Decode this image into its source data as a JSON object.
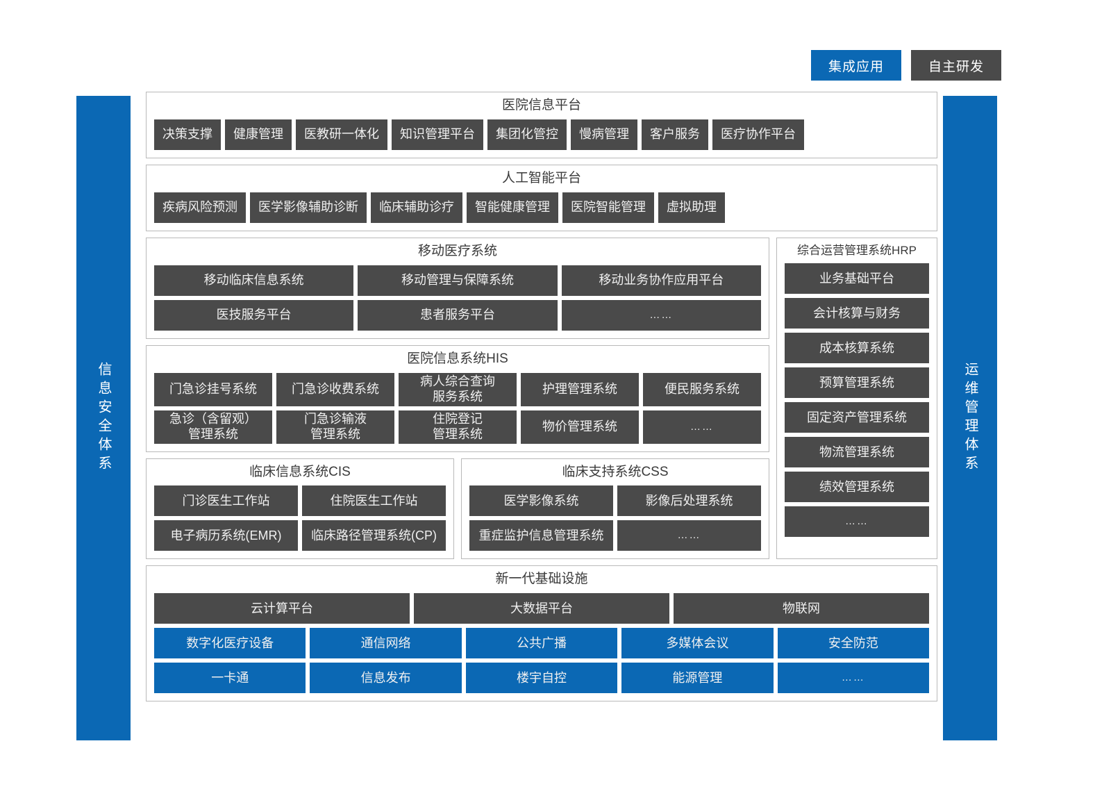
{
  "legend": [
    {
      "label": "集成应用",
      "color": "#0b68b4",
      "style": "blue"
    },
    {
      "label": "自主研发",
      "color": "#4a4a4a",
      "style": "gray"
    }
  ],
  "sidebars": {
    "left": {
      "label": "信息安全体系",
      "color": "#0b68b4"
    },
    "right": {
      "label": "运维管理体系",
      "color": "#0b68b4"
    }
  },
  "colors": {
    "integrated": "#0b68b4",
    "self_developed": "#4a4a4a",
    "border": "#b9b9b9"
  },
  "sections": {
    "hospital_info_platform": {
      "title": "医院信息平台",
      "items": [
        "决策支撑",
        "健康管理",
        "医教研一体化",
        "知识管理平台",
        "集团化管控",
        "慢病管理",
        "客户服务",
        "医疗协作平台"
      ]
    },
    "ai_platform": {
      "title": "人工智能平台",
      "items": [
        "疾病风险预测",
        "医学影像辅助诊断",
        "临床辅助诊疗",
        "智能健康管理",
        "医院智能管理",
        "虚拟助理"
      ]
    },
    "mobile_medical": {
      "title": "移动医疗系统",
      "rows": [
        [
          "移动临床信息系统",
          "移动管理与保障系统",
          "移动业务协作应用平台"
        ],
        [
          "医技服务平台",
          "患者服务平台",
          "……"
        ]
      ]
    },
    "his": {
      "title": "医院信息系统HIS",
      "row1": [
        {
          "l1": "门急诊挂号系统",
          "l2": ""
        },
        {
          "l1": "门急诊收费系统",
          "l2": ""
        },
        {
          "l1": "病人综合查询",
          "l2": "服务系统"
        },
        {
          "l1": "护理管理系统",
          "l2": ""
        },
        {
          "l1": "便民服务系统",
          "l2": ""
        }
      ],
      "row2": [
        {
          "l1": "急诊（含留观）",
          "l2": "管理系统"
        },
        {
          "l1": "门急诊输液",
          "l2": "管理系统"
        },
        {
          "l1": "住院登记",
          "l2": "管理系统"
        },
        {
          "l1": "物价管理系统",
          "l2": ""
        },
        {
          "l1": "……",
          "l2": ""
        }
      ]
    },
    "cis": {
      "title": "临床信息系统CIS",
      "rows": [
        [
          "门诊医生工作站",
          "住院医生工作站"
        ],
        [
          "电子病历系统(EMR)",
          "临床路径管理系统(CP)"
        ]
      ]
    },
    "css": {
      "title": "临床支持系统CSS",
      "rows": [
        [
          "医学影像系统",
          "影像后处理系统"
        ],
        [
          "重症监护信息管理系统",
          "……"
        ]
      ]
    },
    "hrp": {
      "title": "综合运营管理系统HRP",
      "items": [
        "业务基础平台",
        "会计核算与财务",
        "成本核算系统",
        "预算管理系统",
        "固定资产管理系统",
        "物流管理系统",
        "绩效管理系统",
        "……"
      ]
    },
    "infrastructure": {
      "title": "新一代基础设施",
      "gray_row": [
        "云计算平台",
        "大数据平台",
        "物联网"
      ],
      "blue_rows": [
        [
          "数字化医疗设备",
          "通信网络",
          "公共广播",
          "多媒体会议",
          "安全防范"
        ],
        [
          "一卡通",
          "信息发布",
          "楼宇自控",
          "能源管理",
          "……"
        ]
      ]
    }
  }
}
